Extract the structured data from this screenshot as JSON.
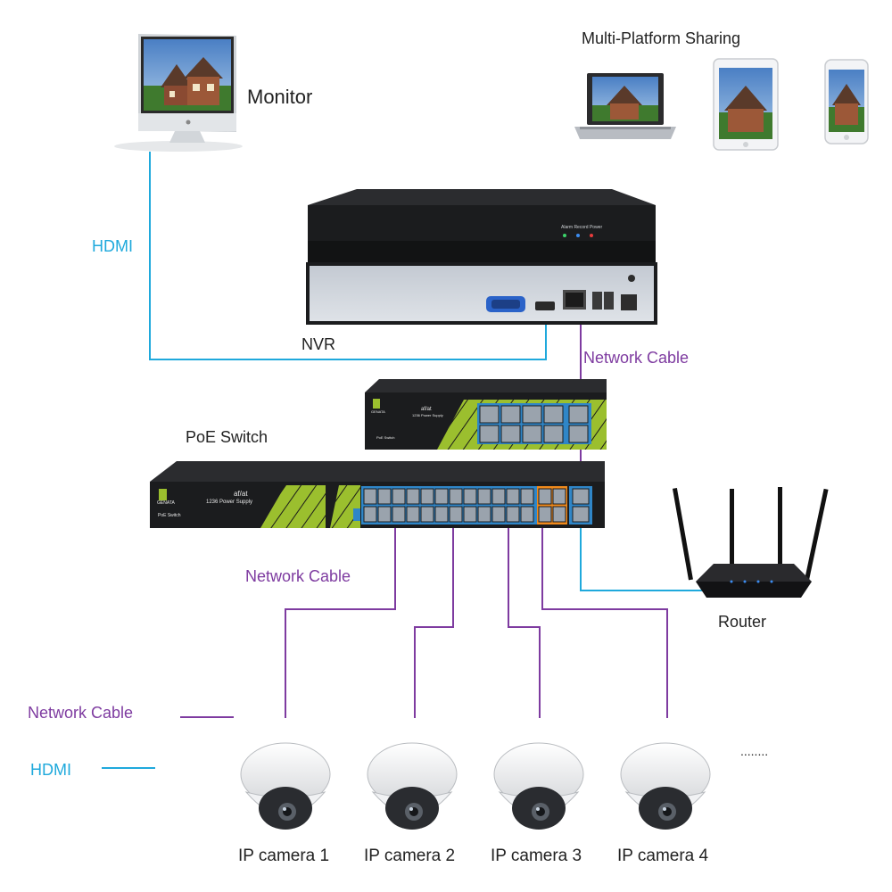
{
  "labels": {
    "monitor": "Monitor",
    "multi_platform": "Multi-Platform Sharing",
    "hdmi": "HDMI",
    "nvr": "NVR",
    "network_cable_nvr": "Network Cable",
    "poe_switch": "PoE Switch",
    "network_cable_cameras": "Network Cable",
    "router": "Router",
    "ellipsis": "........"
  },
  "legend": {
    "network_cable": "Network Cable",
    "hdmi": "HDMI"
  },
  "nvr_panel": {
    "leds": "Alarm  Record  Power"
  },
  "switch_small": {
    "brand": "GENATA",
    "type": "af/at",
    "power": "1236 Power Supply",
    "model": "PoE Switch"
  },
  "switch_large": {
    "brand": "GENATA",
    "type": "af/at",
    "power": "1236 Power Supply",
    "model": "PoE Switch"
  },
  "cameras": [
    "IP camera 1",
    "IP camera 2",
    "IP camera 3",
    "IP camera 4"
  ],
  "colors": {
    "hdmi": "#1fa9dc",
    "network": "#7e3ba0",
    "device_dark": "#1d1d1f",
    "accent_green": "#9bbf2e",
    "port_blue": "#2f86c8",
    "port_orange": "#f08a1c"
  }
}
